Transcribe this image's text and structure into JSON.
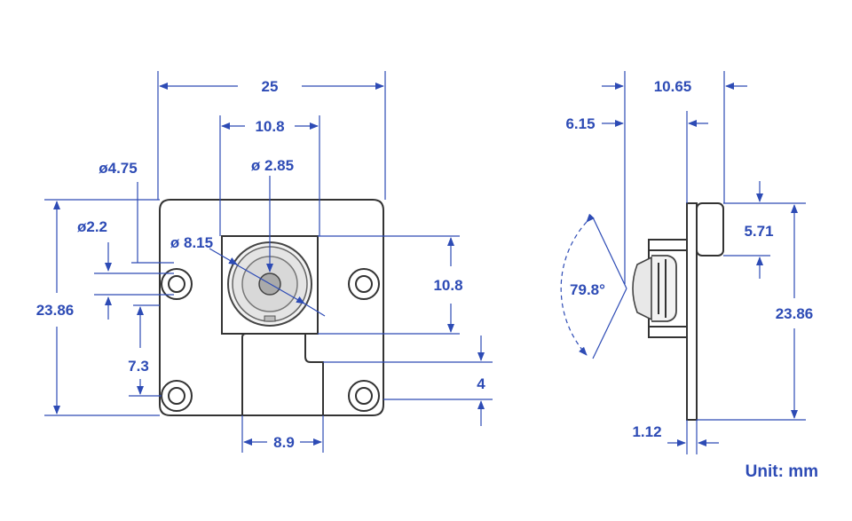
{
  "colors": {
    "dimension": "#2d4bb5",
    "body": "#333333"
  },
  "front_view": {
    "width": "25",
    "sensor_width": "10.8",
    "aperture": "ø 2.85",
    "hole_large": "ø4.75",
    "hole_small": "ø2.2",
    "lens": "ø 8.15",
    "height": "23.86",
    "sensor_height": "10.8",
    "hole_offset": "7.3",
    "tab_height": "4",
    "tab_width": "8.9"
  },
  "side_view": {
    "total_depth": "10.65",
    "lens_offset": "6.15",
    "board_offset": "5.71",
    "fov": "79.8°",
    "height": "23.86",
    "board_thickness": "1.12"
  },
  "unit_label": "Unit: mm"
}
